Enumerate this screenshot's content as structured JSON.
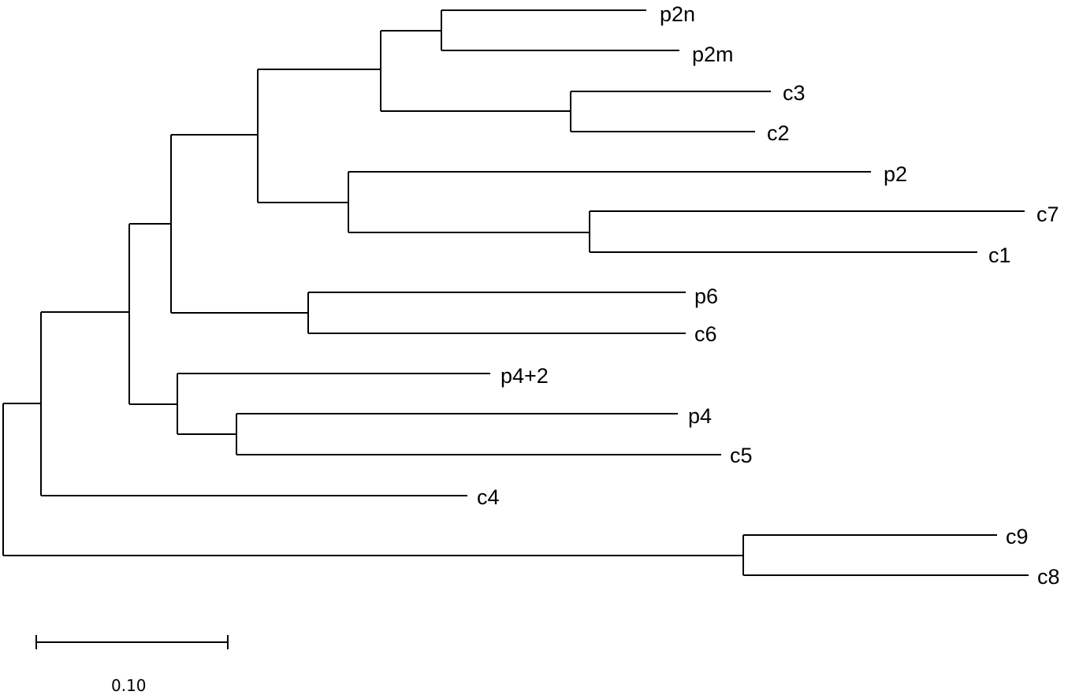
{
  "tree": {
    "type": "phylogenetic-tree",
    "line_color": "#000000",
    "leaves": [
      {
        "id": "p2n",
        "label": "p2n"
      },
      {
        "id": "p2m",
        "label": "p2m"
      },
      {
        "id": "c3",
        "label": "c3"
      },
      {
        "id": "c2",
        "label": "c2"
      },
      {
        "id": "p2",
        "label": "p2"
      },
      {
        "id": "c7",
        "label": "c7"
      },
      {
        "id": "c1",
        "label": "c1"
      },
      {
        "id": "p6",
        "label": "p6"
      },
      {
        "id": "c6",
        "label": "c6"
      },
      {
        "id": "p4+2",
        "label": "p4+2"
      },
      {
        "id": "p4",
        "label": "p4"
      },
      {
        "id": "c5",
        "label": "c5"
      },
      {
        "id": "c4",
        "label": "c4"
      },
      {
        "id": "c9",
        "label": "c9"
      },
      {
        "id": "c8",
        "label": "c8"
      }
    ],
    "scale_bar": {
      "value": 0.1,
      "label": "0.10"
    }
  }
}
